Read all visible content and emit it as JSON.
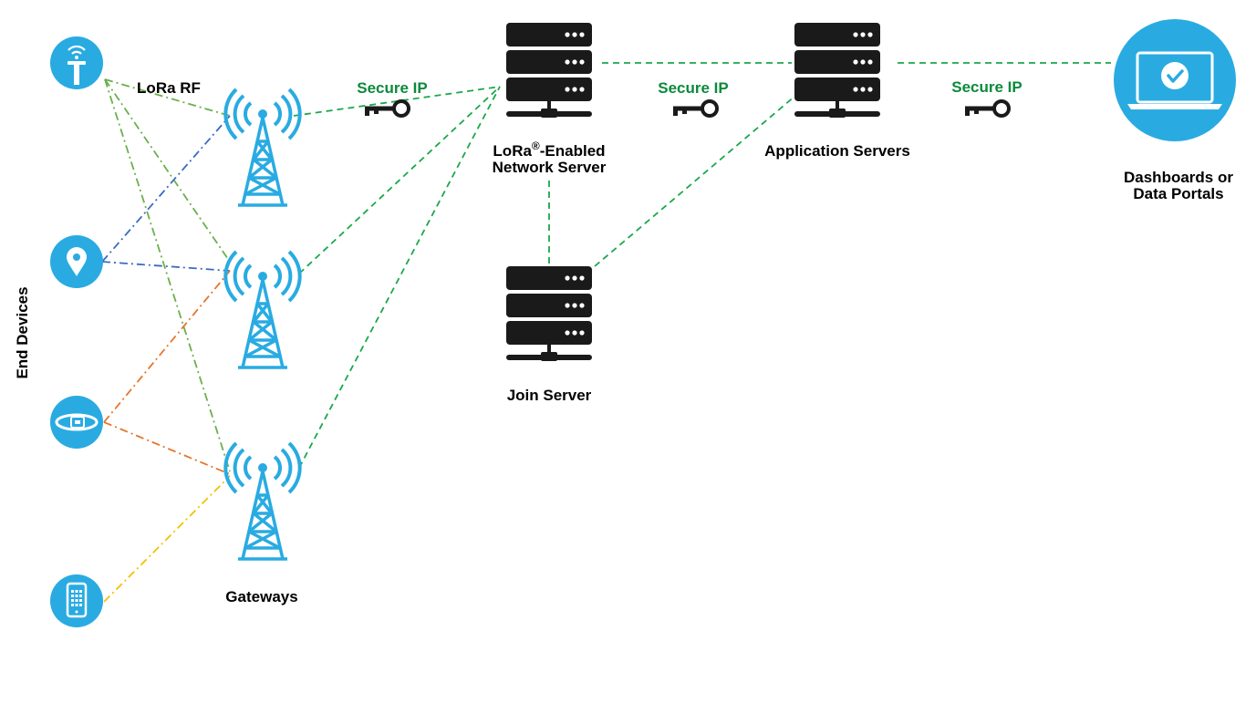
{
  "labels": {
    "end_devices": "End Devices",
    "lora_rf": "LoRa RF",
    "gateways": "Gateways",
    "network_server_line1_pre": "LoRa",
    "network_server_reg": "®",
    "network_server_line1_post": "-Enabled",
    "network_server_line2": "Network Server",
    "join_server": "Join Server",
    "application_servers": "Application Servers",
    "dashboards_line1": "Dashboards or",
    "dashboards_line2": "Data Portals"
  },
  "secure_links": [
    {
      "label": "Secure IP"
    },
    {
      "label": "Secure IP"
    },
    {
      "label": "Secure IP"
    }
  ],
  "end_devices": [
    {
      "icon": "sensor-antenna-icon"
    },
    {
      "icon": "location-pin-icon"
    },
    {
      "icon": "wristband-icon"
    },
    {
      "icon": "smartphone-icon"
    }
  ],
  "colors": {
    "accent_blue": "#29abe2",
    "server_black": "#1a1a1a",
    "secure_green": "#0b8a3b",
    "link_green": "#1aa84a",
    "rf_green": "#6ab04c",
    "rf_blue": "#3a6bc4",
    "rf_orange": "#e5762b",
    "rf_yellow": "#f2c200"
  }
}
